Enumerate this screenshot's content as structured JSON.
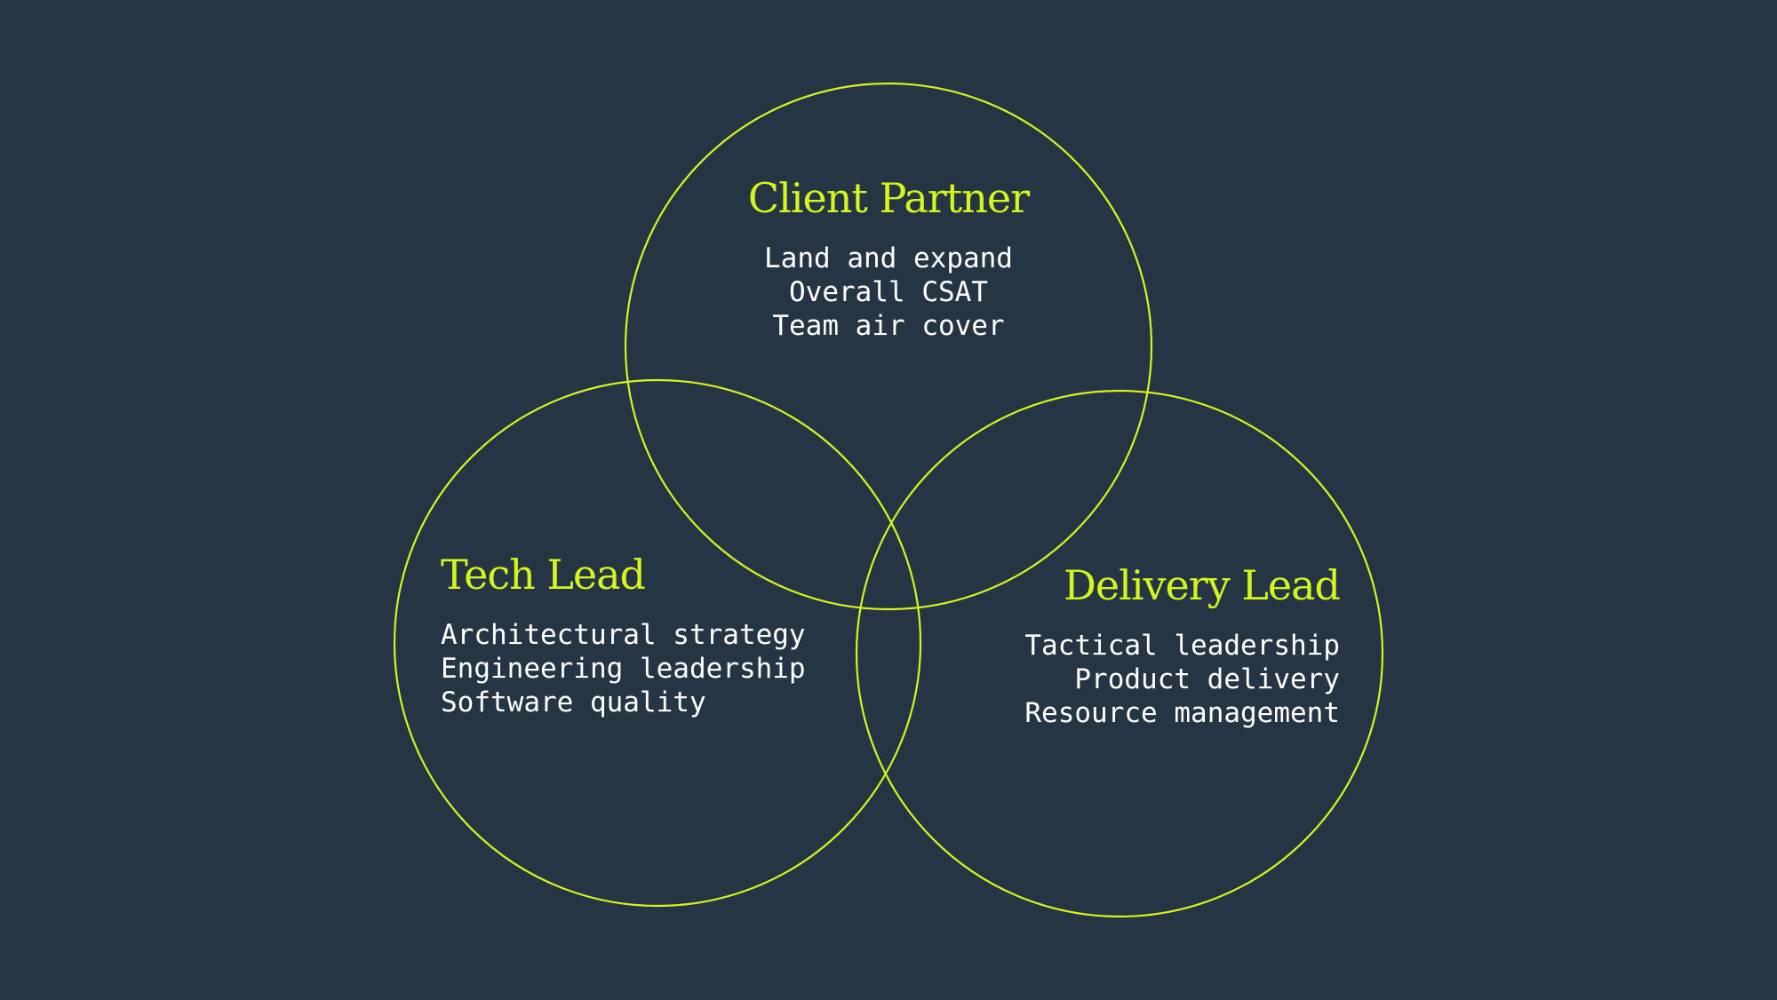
{
  "theme": {
    "background": "#253544",
    "accent": "#d4f51f",
    "text": "#ffffff"
  },
  "roles": [
    {
      "key": "client-partner",
      "title": "Client Partner",
      "items": [
        "Land and expand",
        "Overall CSAT",
        "Team air cover"
      ]
    },
    {
      "key": "tech-lead",
      "title": "Tech Lead",
      "items": [
        "Architectural strategy",
        "Engineering leadership",
        "Software quality"
      ]
    },
    {
      "key": "delivery-lead",
      "title": "Delivery Lead",
      "items": [
        "Tactical leadership",
        "Product delivery",
        "Resource management"
      ]
    }
  ]
}
